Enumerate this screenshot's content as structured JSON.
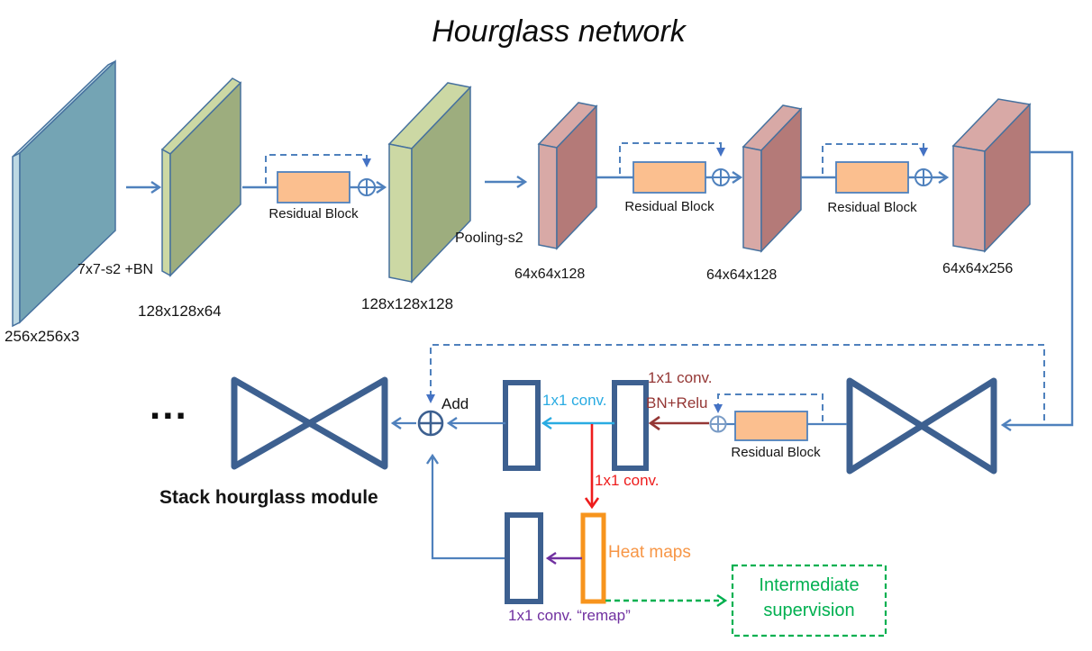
{
  "title": "Hourglass network",
  "colors": {
    "slab_blue_face": "#74a4b4",
    "slab_blue_edge": "#bdd8e3",
    "slab_green_face": "#9dad7e",
    "slab_green_edge": "#ccd8a4",
    "slab_pink_face": "#b47a78",
    "slab_pink_edge": "#d8a9a6",
    "slab_stroke": "#46719e",
    "residual_fill": "#fbbf8f",
    "flow_blue": "#4f81bd",
    "module_navy": "#3d6090",
    "cyan": "#29abe2",
    "red": "#ee1c1c",
    "dark_red": "#943634",
    "purple": "#7030a0",
    "green": "#00b050",
    "orange": "#f7941d",
    "orange_text": "#f79646"
  },
  "top_row": {
    "input_conv_label": "7x7-s2 +BN",
    "pooling_label": "Pooling-s2",
    "maps": [
      {
        "dims": "256x256x3"
      },
      {
        "dims": "128x128x64"
      },
      {
        "dims": "128x128x128"
      },
      {
        "dims": "64x64x128"
      },
      {
        "dims": "64x64x128"
      },
      {
        "dims": "64x64x256"
      }
    ],
    "residual_blocks": [
      {
        "label": "Residual Block"
      },
      {
        "label": "Residual Block"
      },
      {
        "label": "Residual Block"
      }
    ]
  },
  "bottom_row": {
    "ellipsis": "...",
    "stack_label": "Stack hourglass module",
    "add_label": "Add",
    "cyan_conv_label": "1x1 conv.",
    "darkred_conv_label": "1x1 conv.",
    "darkred_bnrelu_label": "BN+Relu",
    "residual_block_label": "Residual Block",
    "red_conv_label": "1x1 conv.",
    "heat_maps_label": "Heat maps",
    "remap_label": "1x1 conv. “remap”",
    "intermediate": [
      "Intermediate",
      "supervision"
    ]
  }
}
